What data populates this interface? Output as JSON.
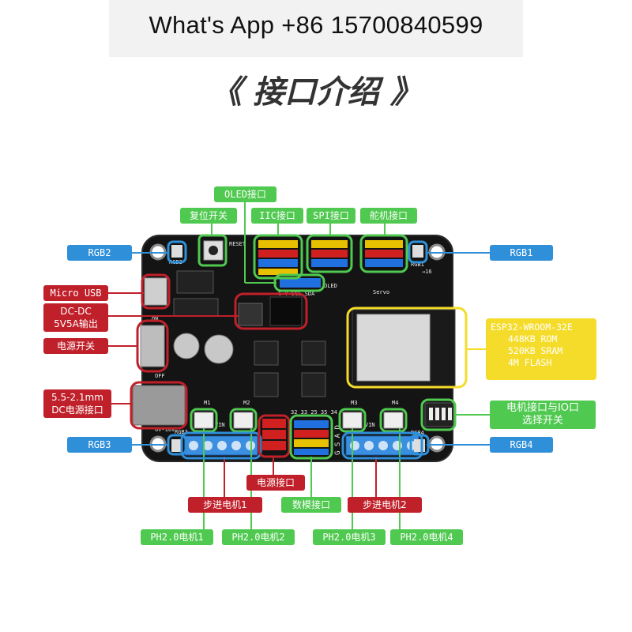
{
  "banner": {
    "text": "What's App +86 15700840599"
  },
  "title": "《 接口介绍 》",
  "labels": {
    "oled": "OLED接口",
    "reset_switch": "复位开关",
    "iic": "IIC接口",
    "spi": "SPI接口",
    "servo": "舵机接口",
    "rgb2": "RGB2",
    "rgb1": "RGB1",
    "micro_usb": "Micro USB",
    "dcdc_line1": "DC-DC",
    "dcdc_line2": "5V5A输出",
    "power_switch": "电源开关",
    "dc_jack_line1": "5.5-2.1mm",
    "dc_jack_line2": "DC电源接口",
    "rgb3": "RGB3",
    "rgb4": "RGB4",
    "motor_io_line1": "电机接口与IO口",
    "motor_io_line2": "选择开关",
    "power_port": "电源接口",
    "stepper1": "步进电机1",
    "digital_analog": "数模接口",
    "stepper2": "步进电机2",
    "ph1": "PH2.0电机1",
    "ph2": "PH2.0电机2",
    "ph3": "PH2.0电机3",
    "ph4": "PH2.0电机4"
  },
  "esp32": {
    "name": "ESP32-WROOM-32E",
    "rom": "448KB ROM",
    "sram": "520KB SRAM",
    "flash": "4M FLASH"
  },
  "silkscreen": {
    "reset": "RESET",
    "rgb2": "RGB2",
    "rgb1": "RGB1",
    "rgb3": "RGB3",
    "rgb4": "RGB4",
    "on": "ON",
    "off": "OFF",
    "vin_range": "6V-16V",
    "servo": "Servo",
    "oled": "OLED",
    "gvscl": "G V SCL SDA",
    "m1": "M1",
    "m2": "M2",
    "m3": "M3",
    "m4": "M4",
    "vin": "VIN",
    "pins": "32 33 25 35 34",
    "gsad": "G S A D",
    "arrow16": "→16"
  },
  "colors": {
    "green": "#4fc94f",
    "red": "#c0202a",
    "blue": "#2f8fd8",
    "yellow": "#f5dc2a",
    "board": "#141414"
  }
}
